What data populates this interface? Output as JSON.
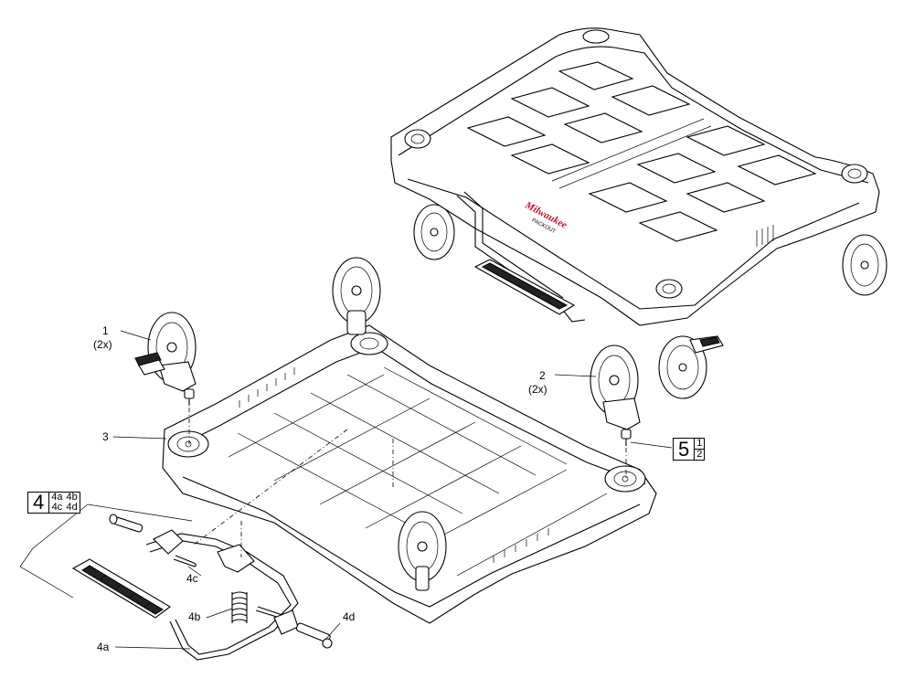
{
  "callouts": {
    "c1": "1",
    "c1_qty": "(2x)",
    "c2": "2",
    "c2_qty": "(2x)",
    "c3": "3",
    "c4a": "4a",
    "c4b": "4b",
    "c4c": "4c",
    "c4d": "4d"
  },
  "kit4": {
    "number": "4",
    "parts": [
      "4a",
      "4b",
      "4c",
      "4d"
    ]
  },
  "kit5": {
    "number": "5",
    "parts": [
      "1",
      "2"
    ]
  },
  "logo": {
    "brand": "Milwaukee",
    "sub": "PACKOUT"
  },
  "colors": {
    "line": "#000000",
    "background": "#ffffff",
    "logo": "#c8102e"
  }
}
